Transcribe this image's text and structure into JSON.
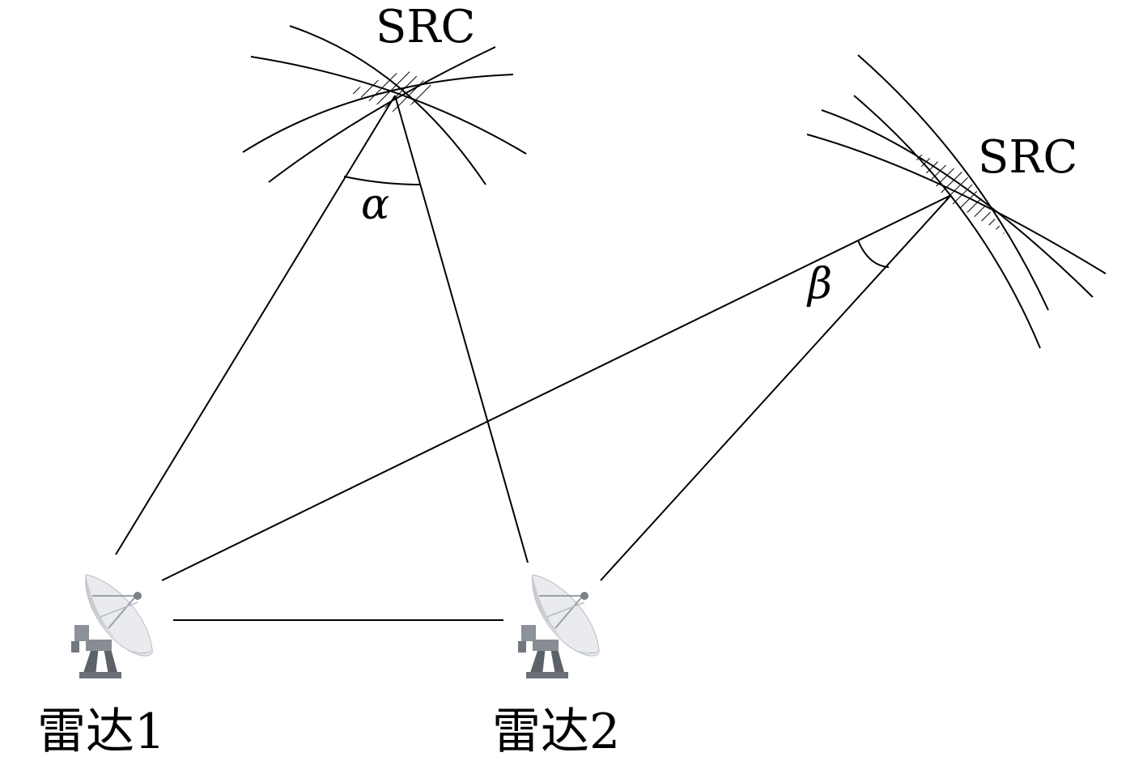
{
  "labels": {
    "src_top": "SRC",
    "src_right": "SRC",
    "alpha": "α",
    "beta": "β",
    "radar1": "雷达1",
    "radar2": "雷达2"
  },
  "icons": {
    "radar_dish": "radar-dish-icon"
  },
  "colors": {
    "stroke": "#000000",
    "dish": "#e9ebee",
    "dish_shadow": "#9aa0a8",
    "mount": "#5d6168"
  }
}
